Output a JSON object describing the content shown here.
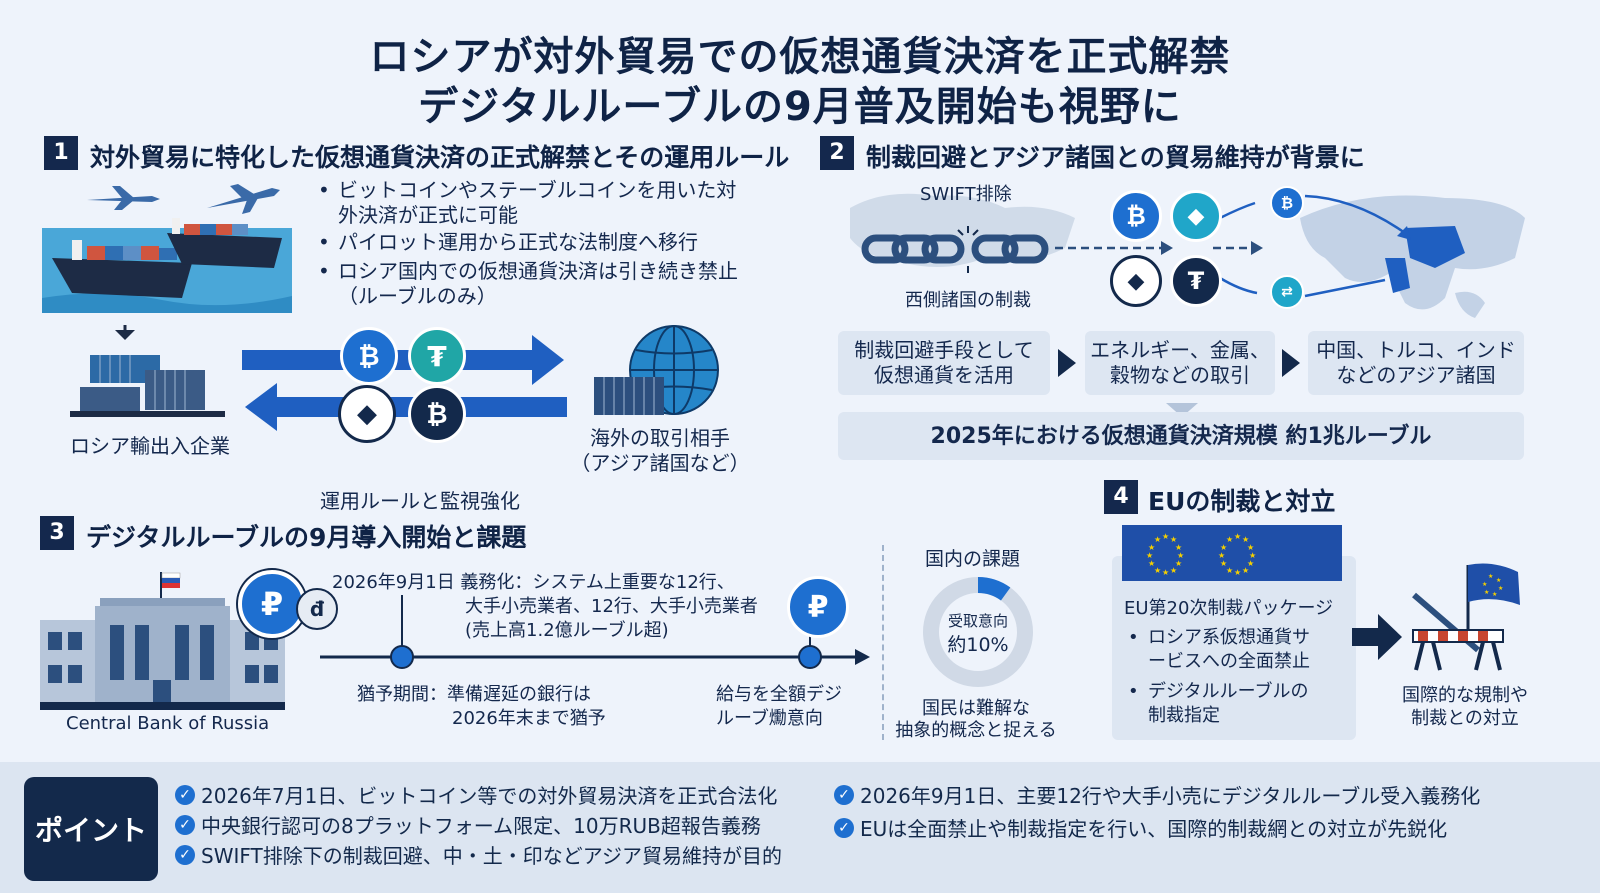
{
  "title": {
    "line1": "ロシアが対外貿易での仮想通貨決済を正式解禁",
    "line2": "デジタルルーブルの9月普及開始も視野に"
  },
  "section1": {
    "num": "1",
    "title": "対外貿易に特化した仮想通貨決済の正式解禁とその運用ルール",
    "bullets": [
      "ビットコインやステーブルコインを用いた対",
      "外決済が正式に可能",
      "パイロット運用から正式な法制度へ移行",
      "ロシア国内での仮想通貨決済は引き続き禁止",
      "（ルーブルのみ）"
    ],
    "left_label": "ロシア輸出入企業",
    "right_label_1": "海外の取引相手",
    "right_label_2": "（アジア諸国など）",
    "bottom_label": "運用ルールと監視強化"
  },
  "section2": {
    "num": "2",
    "title": "制裁回避とアジア諸国との貿易維持が背景に",
    "swift_label": "SWIFT排除",
    "sanction_label": "西側諸国の制裁",
    "flow": [
      {
        "l1": "制裁回避手段として",
        "l2": "仮想通貨を活用"
      },
      {
        "l1": "エネルギー、金属、",
        "l2": "穀物などの取引"
      },
      {
        "l1": "中国、トルコ、インド",
        "l2": "などのアジア諸国"
      }
    ],
    "scale": "2025年における仮想通貨決済規模 約1兆ルーブル"
  },
  "section3": {
    "num": "3",
    "title": "デジタルルーブルの9月導入開始と課題",
    "bank_label": "Central Bank of Russia",
    "timeline_top_1": "2026年9月1日 義務化：システム上重要な12行、",
    "timeline_top_2": "大手小売業者、12行、大手小売業者",
    "timeline_top_3": "(売上高1.2億ルーブル超)",
    "grace_1": "猶予期間：準備遅延の銀行は",
    "grace_2": "2026年末まで猶予",
    "wage_1": "給与を全額デジ",
    "wage_2": "ルーブ爋意向",
    "domestic_title": "国内の課題",
    "donut_l1": "受取意向",
    "donut_l2": "約10%",
    "donut_value": 10,
    "public_1": "国民は難解な",
    "public_2": "抽象的概念と捉える"
  },
  "section4": {
    "num": "4",
    "title": "EUの制裁と対立",
    "package": "EU第20次制裁パッケージ",
    "bullets": [
      "ロシア系仮想通貨サ",
      "ービスへの全面禁止",
      "デジタルルーブルの",
      "制裁指定"
    ],
    "conflict_1": "国際的な規制や",
    "conflict_2": "制裁との対立"
  },
  "points": {
    "badge": "ポイント",
    "items": [
      "2026年7月1日、ビットコイン等での対外貿易決済を正式合法化",
      "中央銀行認可の8プラットフォーム限定、10万RUB超報告義務",
      "SWIFT排除下の制裁回避、中・土・印などアジア貿易維持が目的",
      "2026年9月1日、主要12行や大手小売にデジタルルーブル受入義務化",
      "EUは全面禁止や制裁指定を行い、国際的制裁網との対立が先鋭化"
    ]
  },
  "colors": {
    "navy": "#13294b",
    "accent": "#1e6fd0",
    "bg": "#eef3fb"
  },
  "icons": [
    "airplane-icon",
    "cargo-ship-icon",
    "bitcoin-icon",
    "tether-icon",
    "ethereum-icon",
    "globe-icon",
    "container-icon",
    "world-map-icon",
    "broken-chain-icon",
    "bank-building-icon",
    "ruble-icon",
    "eu-flag-icon",
    "barrier-icon",
    "check-icon"
  ]
}
